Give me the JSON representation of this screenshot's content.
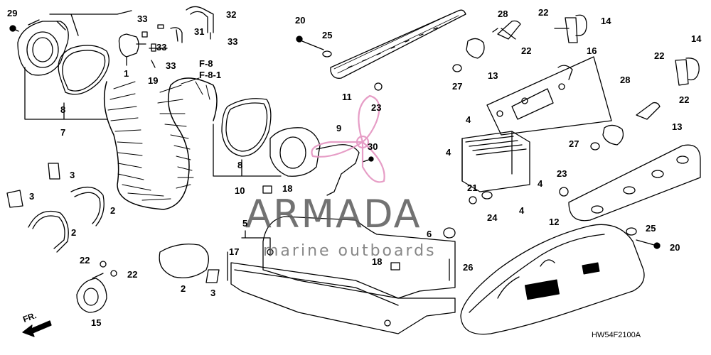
{
  "diagram": {
    "reference_labels": [
      "F-8",
      "F-8-1"
    ],
    "drawing_code": "HW54F2100A",
    "direction_label": "FR.",
    "watermark_title": "ARMADA",
    "watermark_subtitle": "marine outboards",
    "callouts": {
      "c29": "29",
      "c33a": "33",
      "c33b": "33",
      "c33c": "33",
      "c33d": "33",
      "c32": "32",
      "c31": "31",
      "c1": "1",
      "c19": "19",
      "c8a": "8",
      "c7": "7",
      "c8b": "8",
      "c10": "10",
      "c18a": "18",
      "c9": "9",
      "c30": "30",
      "c20a": "20",
      "c25a": "25",
      "c11": "11",
      "c23a": "23",
      "c28a": "28",
      "c22a": "22",
      "c13a": "13",
      "c22b": "22",
      "c14a": "14",
      "c27a": "27",
      "c16": "16",
      "c14b": "14",
      "c22c": "22",
      "c28b": "28",
      "c22d": "22",
      "c13b": "13",
      "c27b": "27",
      "c4a": "4",
      "c4b": "4",
      "c4c": "4",
      "c4d": "4",
      "c21": "21",
      "c24": "24",
      "c23b": "23",
      "c12": "12",
      "c25b": "25",
      "c20b": "20",
      "c6": "6",
      "c26": "26",
      "c18b": "18",
      "c5": "5",
      "c17": "17",
      "c3a": "3",
      "c3b": "3",
      "c2a": "2",
      "c2b": "2",
      "c2c": "2",
      "c3c": "3",
      "c22e": "22",
      "c22f": "22",
      "c15": "15"
    }
  }
}
